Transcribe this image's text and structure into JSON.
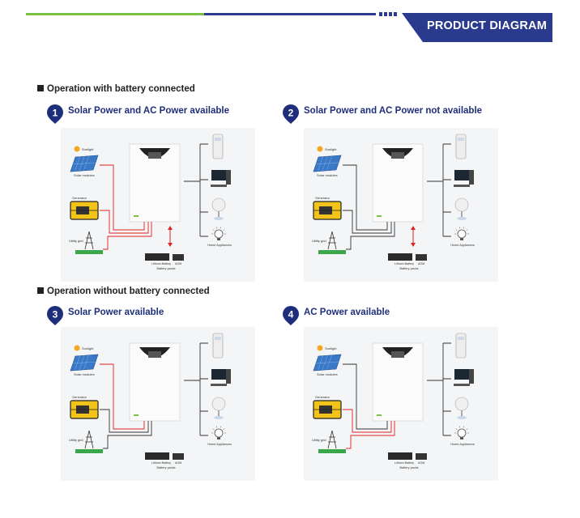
{
  "header": {
    "banner": "PRODUCT DIAGRAM"
  },
  "sections": [
    {
      "title": "Operation with battery connected"
    },
    {
      "title": "Operation without battery connected"
    }
  ],
  "panels": [
    {
      "number": "1",
      "title": "Solar Power and AC Power available"
    },
    {
      "number": "2",
      "title": "Solar Power and AC Power not available"
    },
    {
      "number": "3",
      "title": "Solar Power available"
    },
    {
      "number": "4",
      "title": "AC Power available"
    }
  ],
  "labels": {
    "sunlight": "Sunlight",
    "solar_modules": "Solar modules",
    "generator": "Generator",
    "utility_grid": "Utility grid",
    "lithium_battery": "Lithium Battery",
    "agm": "AGM",
    "battery_packs": "Battery packs",
    "home_appliances": "Home Appliances"
  },
  "colors": {
    "brand_blue": "#2a3a8c",
    "accent_green": "#7cc242",
    "flow_red": "#e02020"
  }
}
